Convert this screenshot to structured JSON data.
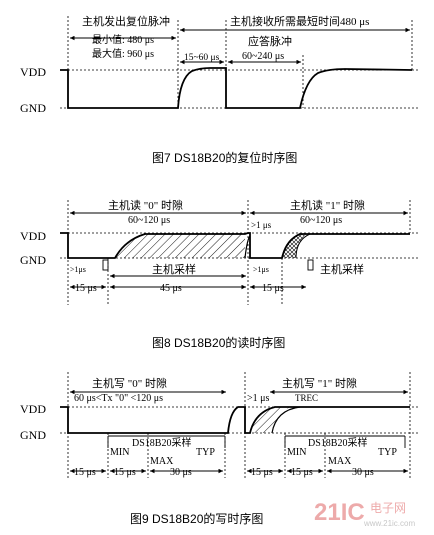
{
  "figure7": {
    "caption": "图7  DS18B20的复位时序图",
    "vdd": "VDD",
    "gnd": "GND",
    "reset_pulse_label": "主机发出复位脉冲",
    "reset_min": "最小值: 480 μs",
    "reset_max": "最大值: 960 μs",
    "wait_label": "15~60 μs",
    "receive_min_label": "主机接收所需最短时间480 μs",
    "presence_label": "应答脉冲",
    "presence_time": "60~240 μs"
  },
  "figure8": {
    "caption": "图8  DS18B20的读时序图",
    "vdd": "VDD",
    "gnd": "GND",
    "read0_label": "主机读 \"0\" 时隙",
    "read0_time": "60~120 μs",
    "read1_label": "主机读 \"1\" 时隙",
    "read1_time": "60~120 μs",
    "gt1_left": ">1μs",
    "gt1_right_top": ">1 μs",
    "gt1_right_bottom": ">1μs",
    "sample_left": "主机采样",
    "sample_right": "主机采样",
    "t15_left": "15 μs",
    "t45": "45 μs",
    "t15_right": "15 μs"
  },
  "figure9": {
    "caption": "图9  DS18B20的写时序图",
    "vdd": "VDD",
    "gnd": "GND",
    "write0_label": "主机写 \"0\" 时隙",
    "write0_time": "60 μs<Tx \"0\" <120 μs",
    "write1_label": "主机写 \"1\" 时隙",
    "gt1": ">1 μs",
    "trec": "TREC",
    "sample_left": "DS18B20采样",
    "min_left": "MIN",
    "max_left": "MAX",
    "typ_left": "TYP",
    "sample_right": "DS18B20采样",
    "min_right": "MIN",
    "max_right": "MAX",
    "typ_right": "TYP",
    "t15_a": "15 μs",
    "t15_b": "15 μs",
    "t30_a": "30 μs",
    "t15_c": "15 μs",
    "t15_d": "15 μs",
    "t30_b": "30 μs"
  },
  "watermark": {
    "brand": "21IC",
    "text": "电子网",
    "url": "www.21ic.com"
  }
}
